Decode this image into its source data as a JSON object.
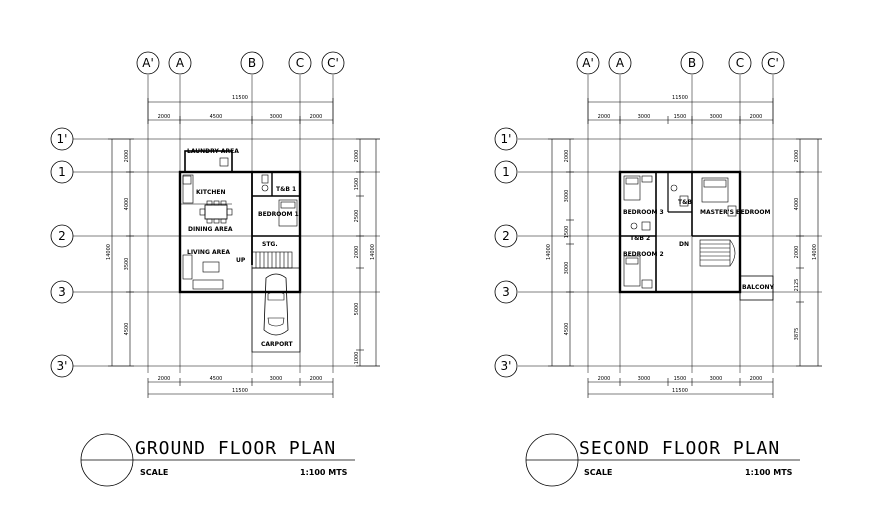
{
  "plans": [
    {
      "title": "GROUND FLOOR PLAN",
      "scale_label": "SCALE",
      "scale_value": "1:100 MTS",
      "grid_cols": [
        "A'",
        "A",
        "B",
        "C",
        "C'"
      ],
      "grid_rows": [
        "1'",
        "1",
        "2",
        "3",
        "3'"
      ],
      "overall_width": "11500",
      "top_dims": [
        "2000",
        "4500",
        "3000",
        "2000"
      ],
      "bottom_dims": [
        "2000",
        "4500",
        "3000",
        "2000"
      ],
      "left_outer": "14000",
      "left_dims": [
        "2000",
        "4000",
        "3500",
        "4500"
      ],
      "right_outer": "14000",
      "right_dims": [
        "2000",
        "1500",
        "2500",
        "2000",
        "5000",
        "1000"
      ],
      "rooms": [
        "LAUNDRY AREA",
        "KITCHEN",
        "T&B 1",
        "BEDROOM 1",
        "DINING AREA",
        "STG.",
        "LIVING AREA",
        "UP",
        "CARPORT"
      ]
    },
    {
      "title": "SECOND FLOOR PLAN",
      "scale_label": "SCALE",
      "scale_value": "1:100 MTS",
      "grid_cols": [
        "A'",
        "A",
        "B",
        "C",
        "C'"
      ],
      "grid_rows": [
        "1'",
        "1",
        "2",
        "3",
        "3'"
      ],
      "overall_width": "11500",
      "top_dims": [
        "2000",
        "3000",
        "1500",
        "3000",
        "2000"
      ],
      "bottom_dims": [
        "2000",
        "3000",
        "1500",
        "3000",
        "2000"
      ],
      "left_outer": "14000",
      "left_dims": [
        "2000",
        "3000",
        "1500",
        "3000",
        "4500"
      ],
      "right_outer": "14000",
      "right_dims": [
        "2000",
        "4000",
        "2000",
        "2125",
        "3875"
      ],
      "rooms": [
        "BEDROOM 3",
        "T&B",
        "MASTER'S BEDROOM",
        "T&B 2",
        "DN",
        "BEDROOM 2",
        "BALCONY"
      ]
    }
  ]
}
